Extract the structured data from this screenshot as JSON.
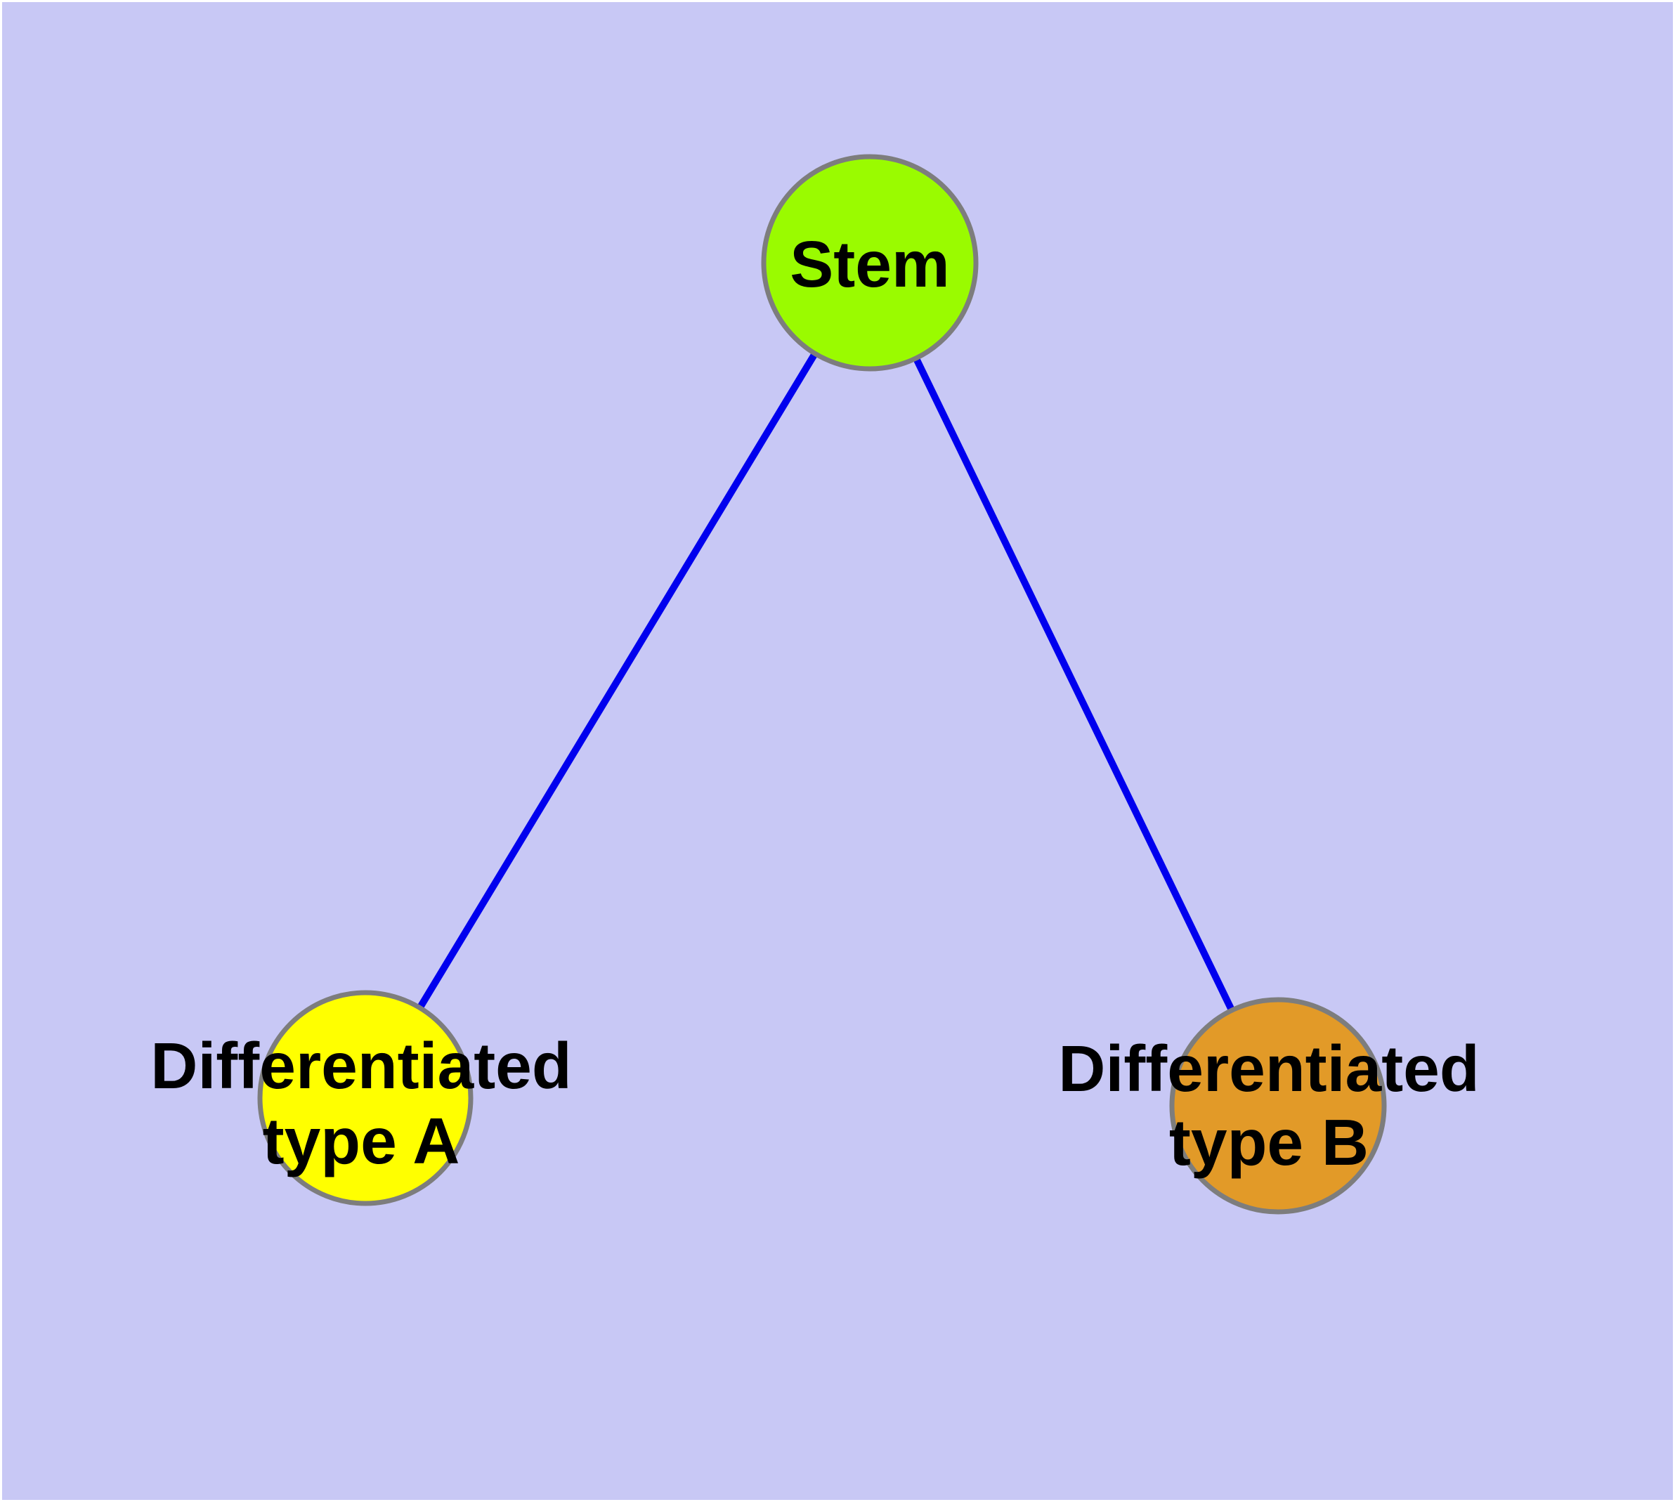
{
  "figure": {
    "type": "graph-diagram",
    "description": "Stem cell differentiation graph: one stem node connected to two differentiated cell-type nodes",
    "background_color": "#c8c8f5",
    "margin_color": "#ffffff",
    "edge_color": "#0000ee",
    "node_border_color": "#7d7d7d",
    "label_color": "#000000",
    "nodes": [
      {
        "id": "stem",
        "label": "Stem",
        "line1": "Stem",
        "line2": "",
        "fill": "#9afb00"
      },
      {
        "id": "type-a",
        "label": "Differentiated type A",
        "line1": "Differentiated",
        "line2": "type A",
        "fill": "#ffff00"
      },
      {
        "id": "type-b",
        "label": "Differentiated type B",
        "line1": "Differentiated",
        "line2": "type B",
        "fill": "#e29a28"
      }
    ],
    "edges": [
      {
        "from": "Stem",
        "to": "Differentiated type A"
      },
      {
        "from": "Stem",
        "to": "Differentiated type B"
      }
    ]
  }
}
